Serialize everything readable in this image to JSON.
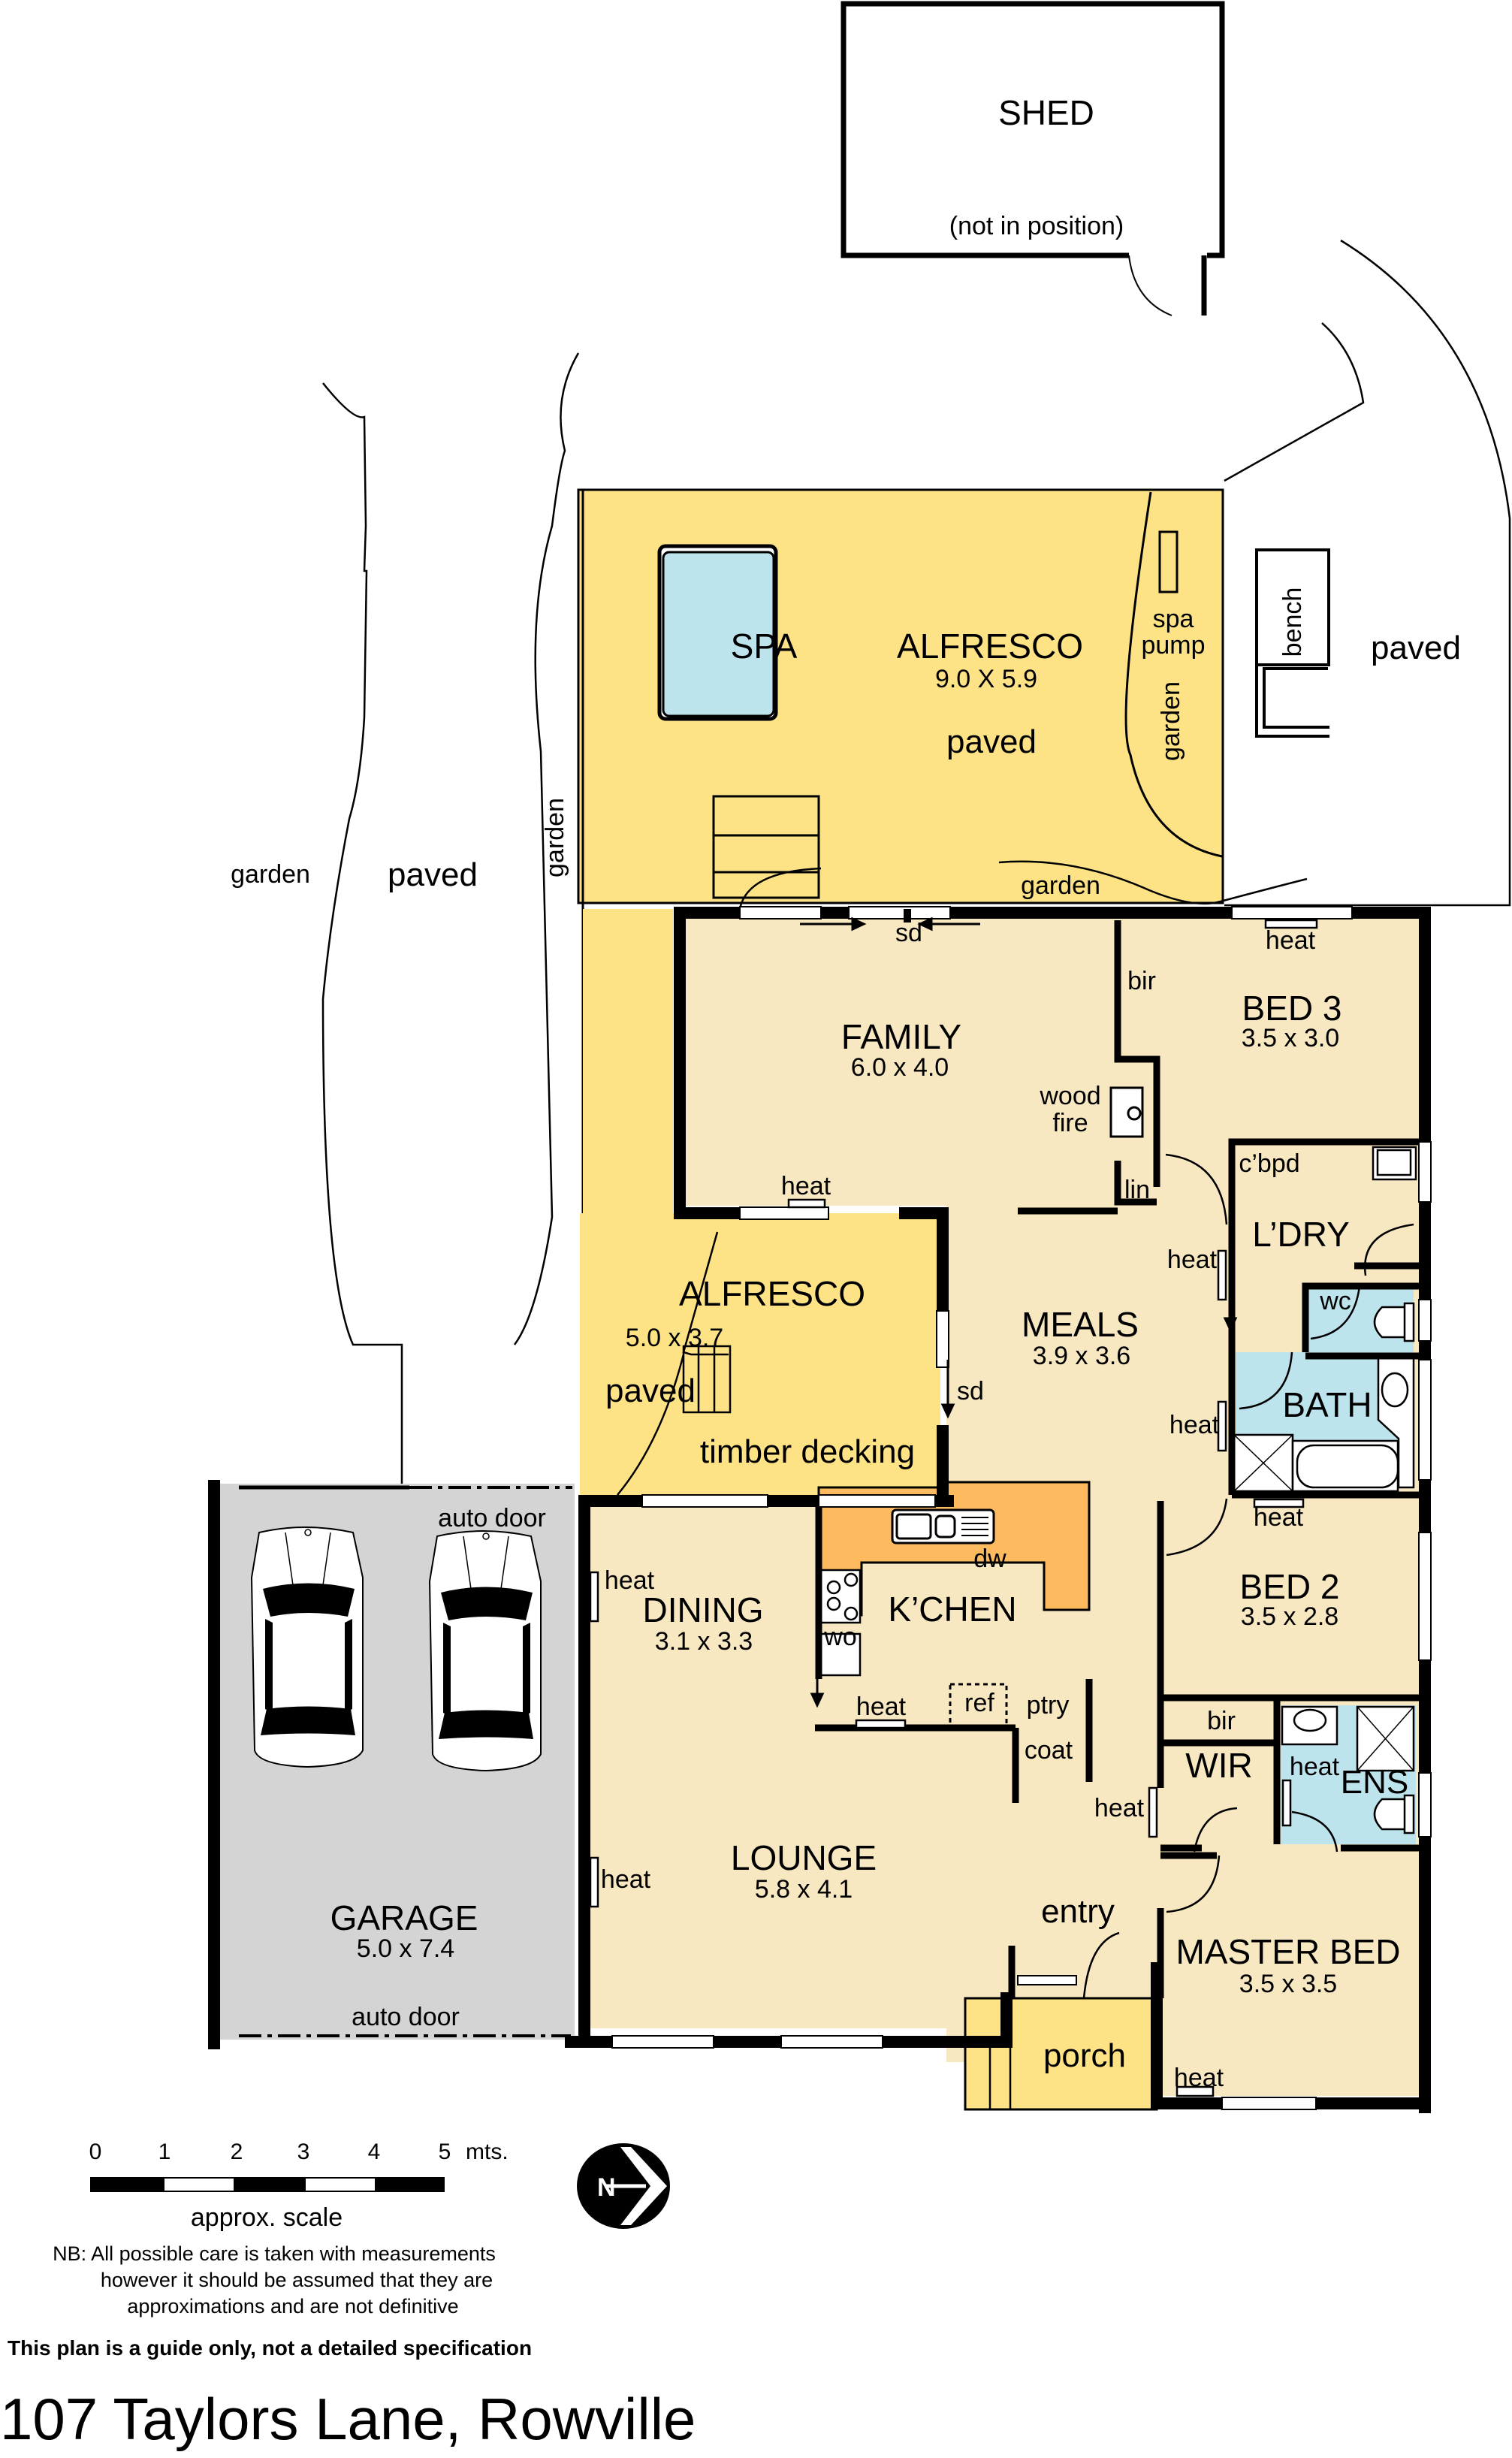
{
  "plan": {
    "address": "107 Taylors Lane, Rowville",
    "colors": {
      "interior": "#F7E8C2",
      "outdoor_paved": "#FEE386",
      "wet_area": "#BDE4EC",
      "kitchen_bench": "#FDBA5E",
      "garage": "#D4D4D4",
      "spa_water": "#BDE4EC",
      "wall": "#000000"
    },
    "rooms": {
      "shed": {
        "name": "SHED",
        "note": "(not in position)"
      },
      "alfresco_main": {
        "name": "ALFRESCO",
        "dims": "9.0 X 5.9",
        "surface": "paved"
      },
      "spa": {
        "name": "SPA"
      },
      "spa_pump": {
        "line1": "spa",
        "line2": "pump"
      },
      "family": {
        "name": "FAMILY",
        "dims": "6.0 x 4.0"
      },
      "bed3": {
        "name": "BED 3",
        "dims": "3.5 x 3.0"
      },
      "alfresco_small": {
        "name": "ALFRESCO",
        "dims": "5.0 x 3.7",
        "surface": "paved",
        "decking": "timber decking"
      },
      "meals": {
        "name": "MEALS",
        "dims": "3.9 x 3.6"
      },
      "laundry": {
        "name": "L’DRY",
        "cupboard": "c’bpd"
      },
      "wc": {
        "name": "wc"
      },
      "bath": {
        "name": "BATH"
      },
      "kitchen": {
        "name": "K’CHEN",
        "dw": "dw",
        "wo": "wo",
        "ref": "ref",
        "ptry": "ptry",
        "coat": "coat"
      },
      "dining": {
        "name": "DINING",
        "dims": "3.1 x 3.3"
      },
      "bed2": {
        "name": "BED 2",
        "dims": "3.5 x 2.8",
        "bir": "bir"
      },
      "garage": {
        "name": "GARAGE",
        "dims": "5.0 x 7.4",
        "door_top": "auto door",
        "door_bottom": "auto door"
      },
      "lounge": {
        "name": "LOUNGE",
        "dims": "5.8 x 4.1"
      },
      "wir": {
        "name": "WIR"
      },
      "ensuite": {
        "name": "ENS"
      },
      "entry": {
        "name": "entry"
      },
      "master": {
        "name": "MASTER BED",
        "dims": "3.5 x 3.5"
      },
      "porch": {
        "name": "porch"
      }
    },
    "labels": {
      "garden": "garden",
      "paved": "paved",
      "bench": "bench",
      "sd": "sd",
      "heat": "heat",
      "bir": "bir",
      "lin": "lin",
      "wood_fire_1": "wood",
      "wood_fire_2": "fire"
    }
  },
  "legend": {
    "scale_ticks": [
      "0",
      "1",
      "2",
      "3",
      "4",
      "5"
    ],
    "scale_unit": "mts.",
    "scale_caption": "approx. scale",
    "north_label": "N",
    "nb_line1": "NB:  All possible care is taken with measurements",
    "nb_line2": "however it should be assumed that they are",
    "nb_line3": "approximations and are not definitive",
    "disclaimer": "This plan is a guide only, not a detailed specification"
  }
}
